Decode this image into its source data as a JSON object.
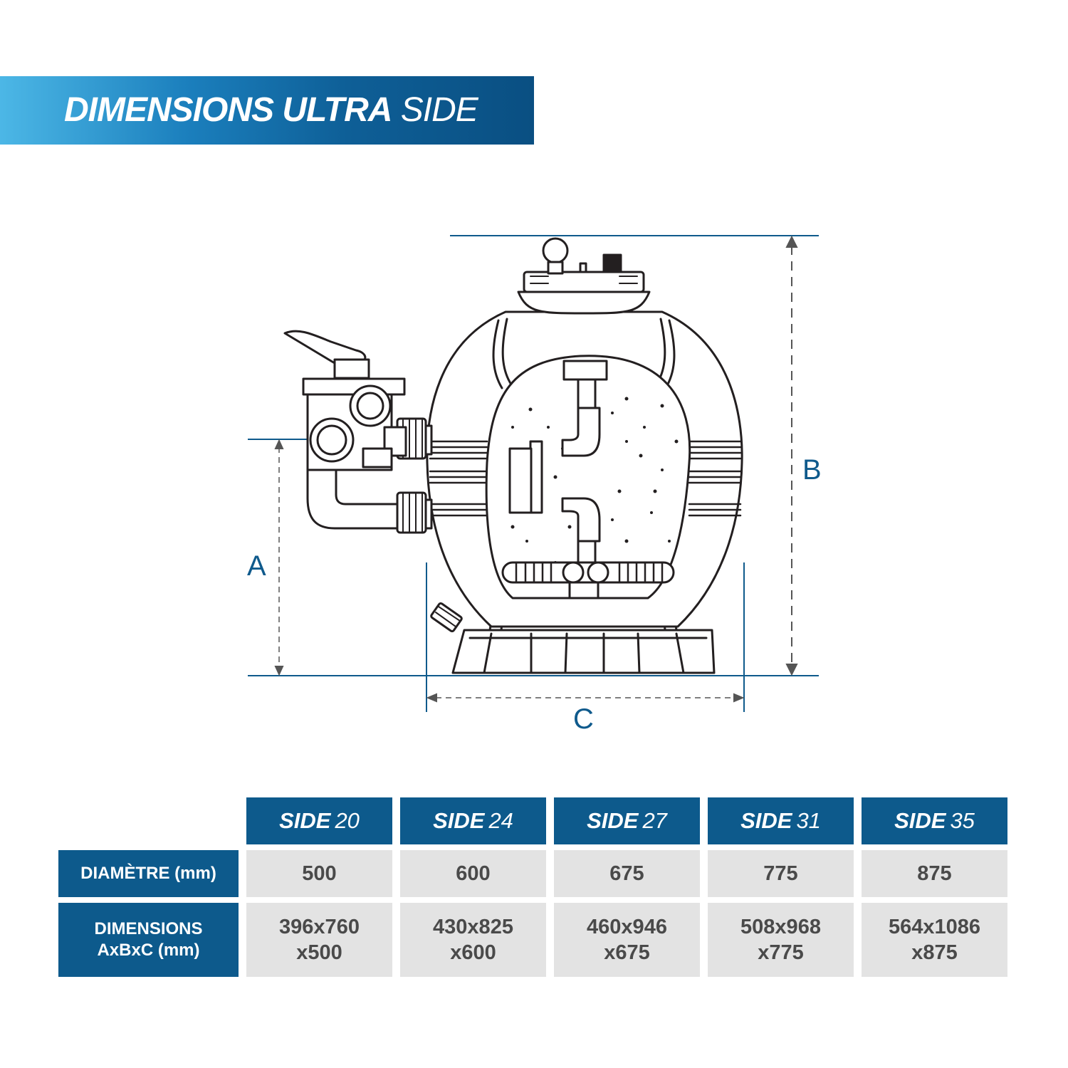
{
  "banner": {
    "title_bold": "DIMENSIONS ULTRA",
    "title_light": "SIDE"
  },
  "diagram": {
    "labels": {
      "a": "A",
      "b": "B",
      "c": "C"
    }
  },
  "colors": {
    "brand_blue": "#0d5a8c",
    "banner_light": "#4cb7e6",
    "cell_grey": "#e3e3e3",
    "line": "#231f20"
  },
  "table": {
    "headers": [
      {
        "bold": "SIDE",
        "light": "20"
      },
      {
        "bold": "SIDE",
        "light": "24"
      },
      {
        "bold": "SIDE",
        "light": "27"
      },
      {
        "bold": "SIDE",
        "light": "31"
      },
      {
        "bold": "SIDE",
        "light": "35"
      }
    ],
    "rows": [
      {
        "label": "DIAMÈTRE (mm)",
        "label_lines": [
          "DIAMÈTRE (mm)"
        ],
        "cells": [
          [
            "500"
          ],
          [
            "600"
          ],
          [
            "675"
          ],
          [
            "775"
          ],
          [
            "875"
          ]
        ]
      },
      {
        "label": "DIMENSIONS AxBxC (mm)",
        "label_lines": [
          "DIMENSIONS",
          "AxBxC (mm)"
        ],
        "cells": [
          [
            "396x760",
            "x500"
          ],
          [
            "430x825",
            "x600"
          ],
          [
            "460x946",
            "x675"
          ],
          [
            "508x968",
            "x775"
          ],
          [
            "564x1086",
            "x875"
          ]
        ]
      }
    ]
  }
}
